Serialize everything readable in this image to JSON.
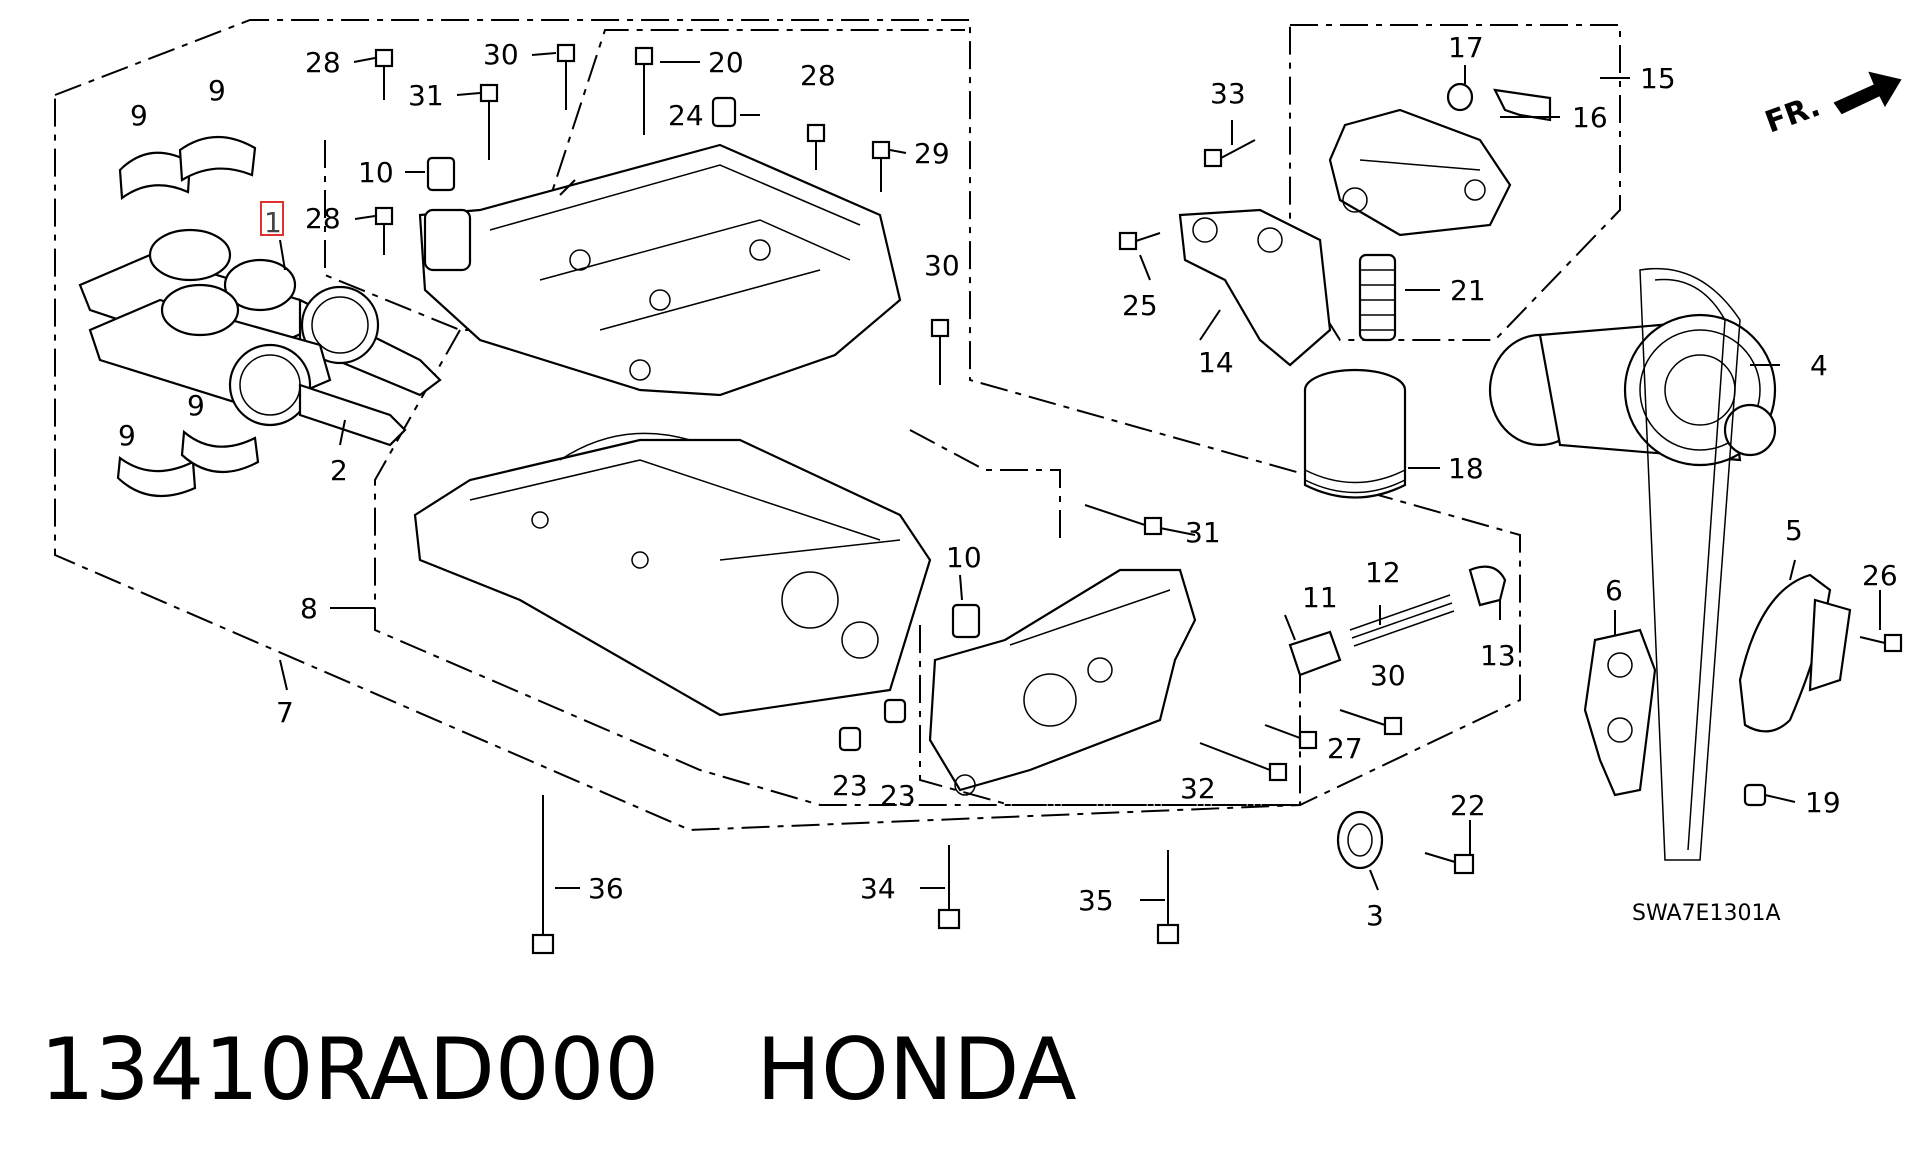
{
  "diagram_code": "SWA7E1301A",
  "direction_label": "FR.",
  "highlight_callout": "1",
  "callouts": [
    {
      "id": "c1",
      "text": "1"
    },
    {
      "id": "c2",
      "text": "2"
    },
    {
      "id": "c3",
      "text": "3"
    },
    {
      "id": "c4",
      "text": "4"
    },
    {
      "id": "c5",
      "text": "5"
    },
    {
      "id": "c6",
      "text": "6"
    },
    {
      "id": "c7",
      "text": "7"
    },
    {
      "id": "c8",
      "text": "8"
    },
    {
      "id": "c9a",
      "text": "9"
    },
    {
      "id": "c9b",
      "text": "9"
    },
    {
      "id": "c9c",
      "text": "9"
    },
    {
      "id": "c9d",
      "text": "9"
    },
    {
      "id": "c10a",
      "text": "10"
    },
    {
      "id": "c10b",
      "text": "10"
    },
    {
      "id": "c11",
      "text": "11"
    },
    {
      "id": "c12",
      "text": "12"
    },
    {
      "id": "c13",
      "text": "13"
    },
    {
      "id": "c14",
      "text": "14"
    },
    {
      "id": "c15",
      "text": "15"
    },
    {
      "id": "c16",
      "text": "16"
    },
    {
      "id": "c17",
      "text": "17"
    },
    {
      "id": "c18",
      "text": "18"
    },
    {
      "id": "c19",
      "text": "19"
    },
    {
      "id": "c20",
      "text": "20"
    },
    {
      "id": "c21",
      "text": "21"
    },
    {
      "id": "c22",
      "text": "22"
    },
    {
      "id": "c23a",
      "text": "23"
    },
    {
      "id": "c23b",
      "text": "23"
    },
    {
      "id": "c24",
      "text": "24"
    },
    {
      "id": "c25",
      "text": "25"
    },
    {
      "id": "c26",
      "text": "26"
    },
    {
      "id": "c27",
      "text": "27"
    },
    {
      "id": "c28a",
      "text": "28"
    },
    {
      "id": "c28b",
      "text": "28"
    },
    {
      "id": "c28c",
      "text": "28"
    },
    {
      "id": "c29",
      "text": "29"
    },
    {
      "id": "c30a",
      "text": "30"
    },
    {
      "id": "c30b",
      "text": "30"
    },
    {
      "id": "c30c",
      "text": "30"
    },
    {
      "id": "c31a",
      "text": "31"
    },
    {
      "id": "c31b",
      "text": "31"
    },
    {
      "id": "c32",
      "text": "32"
    },
    {
      "id": "c33",
      "text": "33"
    },
    {
      "id": "c34",
      "text": "34"
    },
    {
      "id": "c35",
      "text": "35"
    },
    {
      "id": "c36",
      "text": "36"
    }
  ],
  "footer": {
    "part_number": "13410RAD000",
    "brand": "HONDA"
  }
}
